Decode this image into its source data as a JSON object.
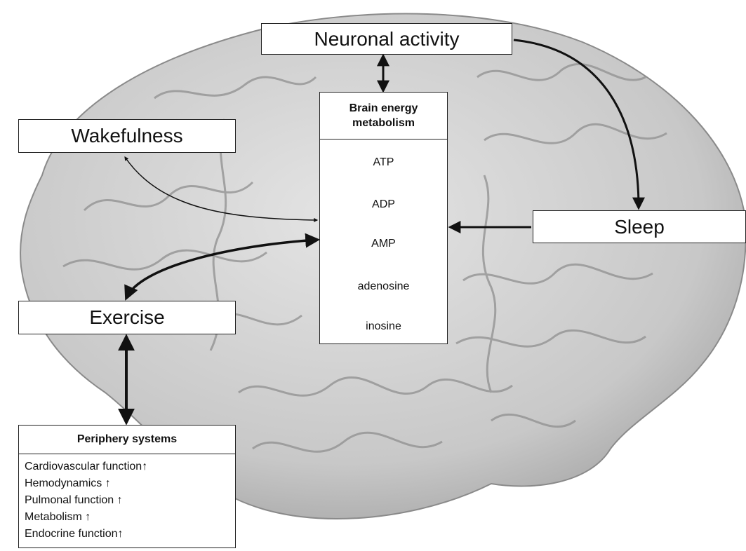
{
  "boxes": {
    "neuronal_activity": "Neuronal activity",
    "wakefulness": "Wakefulness",
    "sleep": "Sleep",
    "exercise": "Exercise"
  },
  "energy": {
    "title_line1": "Brain energy",
    "title_line2": "metabolism",
    "metabolites": [
      "ATP",
      "ADP",
      "AMP",
      "adenosine",
      "inosine"
    ]
  },
  "periphery": {
    "title": "Periphery systems",
    "items": [
      "Cardiovascular function↑",
      "Hemodynamics ↑",
      "Pulmonal function ↑",
      "Metabolism ↑",
      "Endocrine function↑"
    ]
  },
  "colors": {
    "line": "#111111",
    "brain_fill": "#c9c9c9",
    "box_bg": "#ffffff"
  }
}
